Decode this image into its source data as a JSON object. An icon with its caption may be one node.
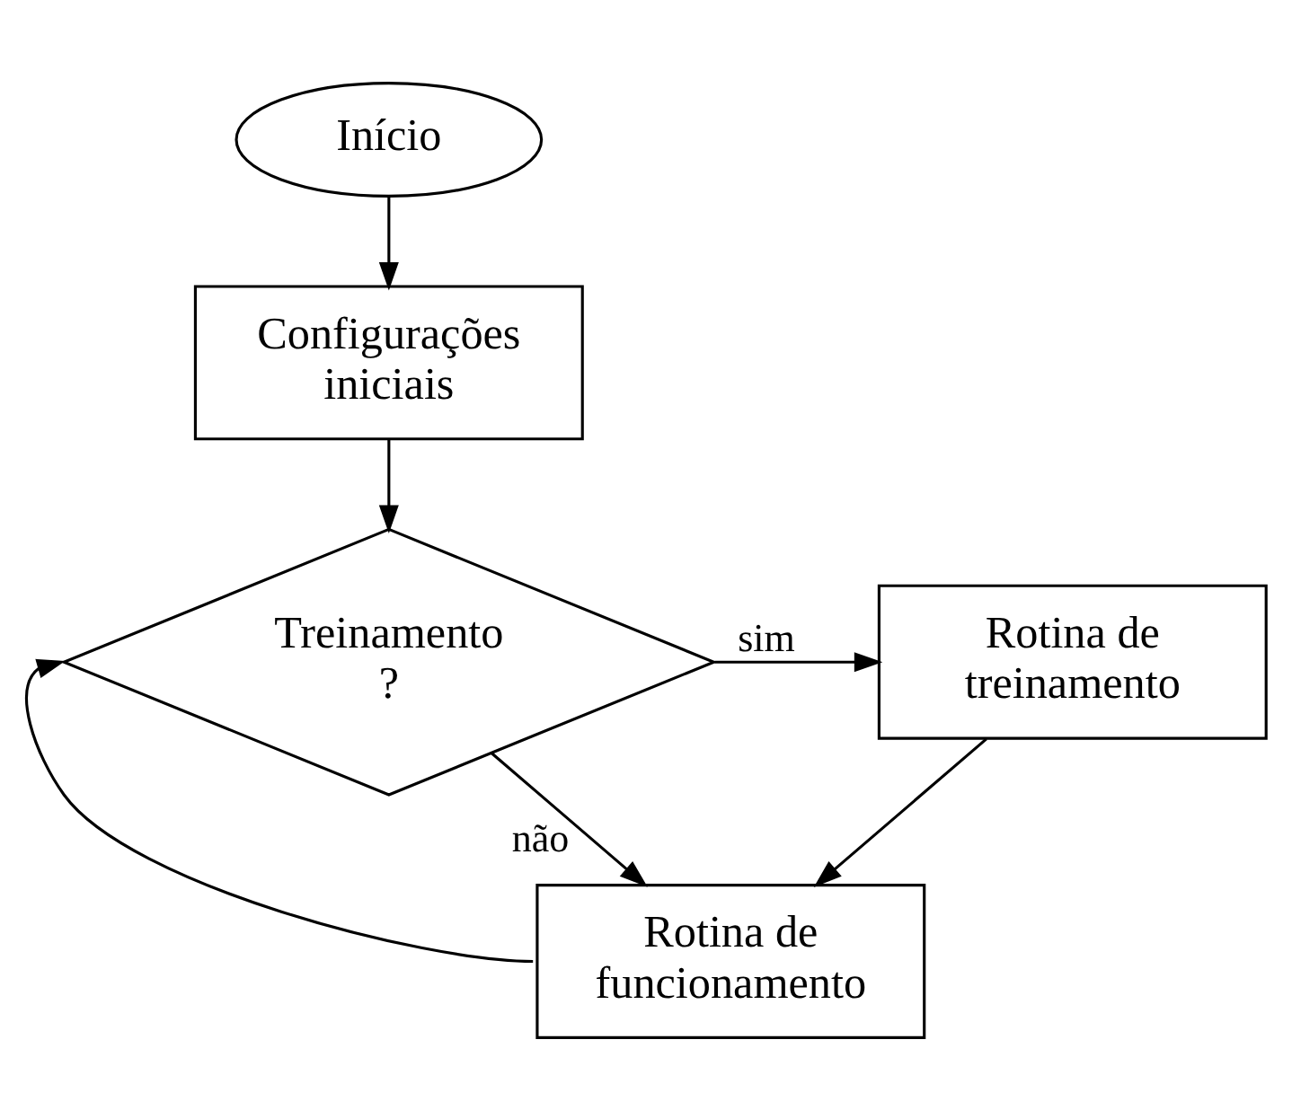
{
  "diagram": {
    "nodes": [
      {
        "text": [
          "Início"
        ]
      },
      {
        "text": [
          "Configurações iniciais"
        ]
      },
      {
        "text": [
          "Treinamento ?"
        ]
      },
      {
        "text": [
          "Rotina de treinamento"
        ]
      },
      {
        "text": [
          "Rotina de funcionamento"
        ]
      }
    ],
    "edges": [
      {
        "from": 0,
        "to": 1,
        "arrow": "to"
      },
      {
        "from": 1,
        "to": 2,
        "arrow": "to"
      },
      {
        "from": 2,
        "to": 3,
        "label": "sim",
        "arrow": "to"
      },
      {
        "from": 3,
        "to": 4,
        "arrow": "to"
      },
      {
        "from": 2,
        "to": 4,
        "label": "não",
        "arrow": "to"
      },
      {
        "from": 4,
        "to": 2,
        "arrow": "to"
      }
    ]
  }
}
